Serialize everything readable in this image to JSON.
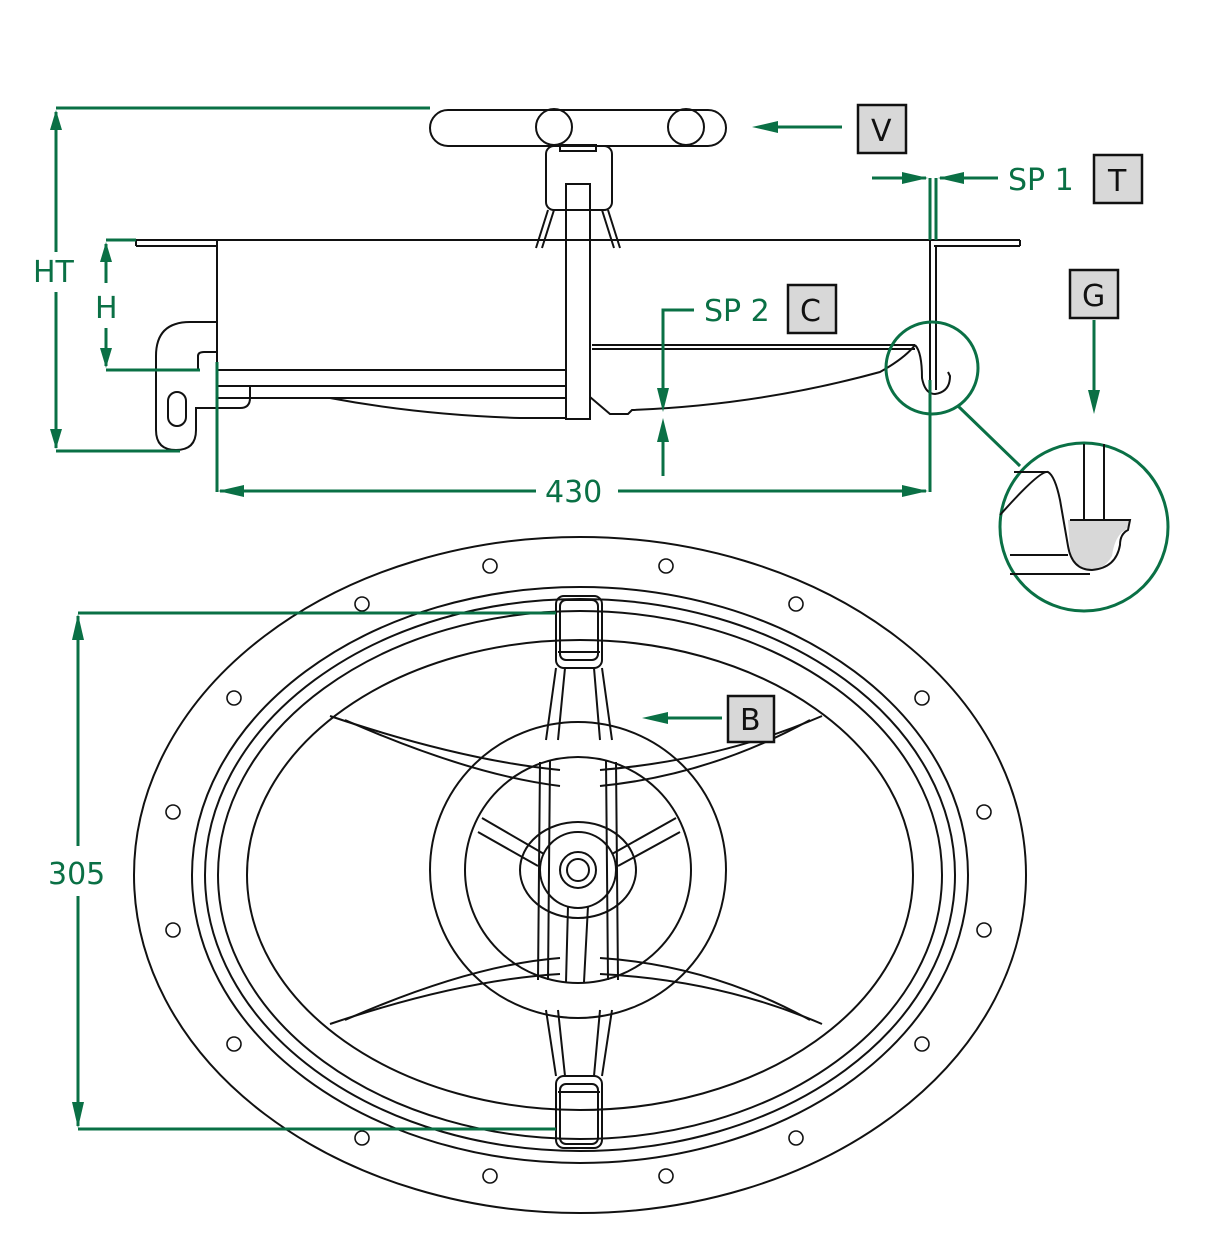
{
  "drawing": {
    "type": "technical drawing - oval deck hatch with handwheel",
    "colors": {
      "dimension": "#0a7045",
      "outline": "#111111",
      "tag_fill": "#d8d8d8"
    }
  },
  "dimensions": {
    "overall_height": "HT",
    "height": "H",
    "width_side": "430",
    "height_top": "305",
    "sp1": "SP 1",
    "sp2": "SP 2"
  },
  "tags": {
    "handwheel": "V",
    "frame_thickness": "T",
    "lid_thickness": "C",
    "gasket_detail": "G",
    "spokes": "B"
  }
}
